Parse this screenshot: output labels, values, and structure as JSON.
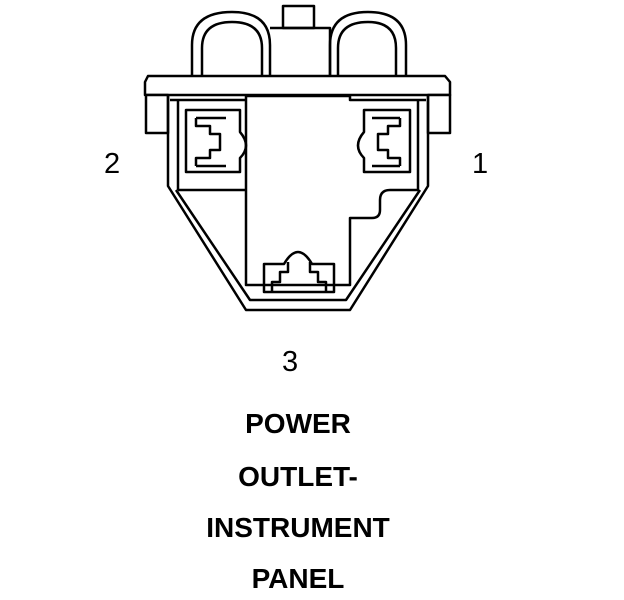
{
  "pins": {
    "pin1": "1",
    "pin2": "2",
    "pin3": "3"
  },
  "title": {
    "line1": "POWER",
    "line2": "OUTLET-",
    "line3": "INSTRUMENT",
    "line4": "PANEL"
  },
  "colors": {
    "stroke": "#000000",
    "background": "#ffffff"
  }
}
